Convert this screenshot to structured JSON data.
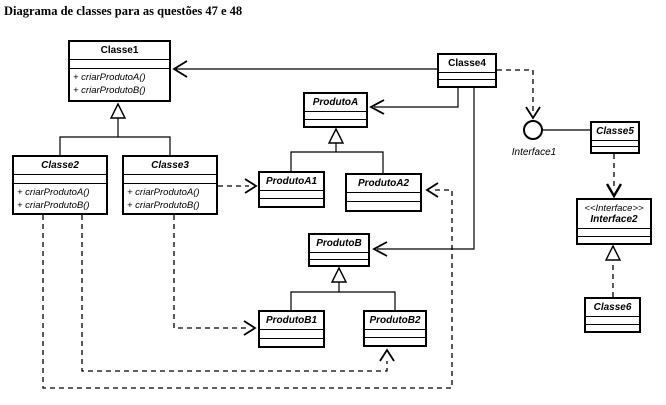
{
  "title": "Diagrama de classes para as questões 47 e 48",
  "classes": {
    "classe1": {
      "name": "Classe1",
      "methods": [
        "+ criarProdutoA()",
        "+ criarProdutoB()"
      ]
    },
    "classe2": {
      "name": "Classe2",
      "methods": [
        "+ criarProdutoA()",
        "+ criarProdutoB()"
      ]
    },
    "classe3": {
      "name": "Classe3",
      "methods": [
        "+ criarProdutoA()",
        "+ criarProdutoB()"
      ]
    },
    "classe4": {
      "name": "Classe4"
    },
    "classe5": {
      "name": "Classe5"
    },
    "classe6": {
      "name": "Classe6"
    },
    "produtoA": {
      "name": "ProdutoA"
    },
    "produtoA1": {
      "name": "ProdutoA1"
    },
    "produtoA2": {
      "name": "ProdutoA2"
    },
    "produtoB": {
      "name": "ProdutoB"
    },
    "produtoB1": {
      "name": "ProdutoB1"
    },
    "produtoB2": {
      "name": "ProdutoB2"
    },
    "interface2": {
      "stereotype": "<<Interface>>",
      "name": "Interface2"
    }
  },
  "lollipop": {
    "label": "Interface1"
  },
  "relationships": [
    {
      "from": "Classe2",
      "to": "Classe1",
      "type": "generalization"
    },
    {
      "from": "Classe3",
      "to": "Classe1",
      "type": "generalization"
    },
    {
      "from": "ProdutoA1",
      "to": "ProdutoA",
      "type": "generalization"
    },
    {
      "from": "ProdutoA2",
      "to": "ProdutoA",
      "type": "generalization"
    },
    {
      "from": "ProdutoB1",
      "to": "ProdutoB",
      "type": "generalization"
    },
    {
      "from": "ProdutoB2",
      "to": "ProdutoB",
      "type": "generalization"
    },
    {
      "from": "Classe4",
      "to": "Classe1",
      "type": "directed-association"
    },
    {
      "from": "Classe4",
      "to": "ProdutoA",
      "type": "directed-association"
    },
    {
      "from": "Classe4",
      "to": "ProdutoB",
      "type": "directed-association"
    },
    {
      "from": "Classe4",
      "to": "Interface1",
      "type": "dependency"
    },
    {
      "from": "Interface1",
      "to": "Classe5",
      "type": "provided-interface-lollipop"
    },
    {
      "from": "Classe5",
      "to": "Interface2",
      "type": "dependency"
    },
    {
      "from": "Classe6",
      "to": "Interface2",
      "type": "realization"
    },
    {
      "from": "Classe3",
      "to": "ProdutoA1",
      "type": "dependency"
    },
    {
      "from": "Classe3",
      "to": "ProdutoB1",
      "type": "dependency"
    },
    {
      "from": "Classe2",
      "to": "ProdutoA2",
      "type": "dependency"
    },
    {
      "from": "Classe2",
      "to": "ProdutoB2",
      "type": "dependency"
    }
  ],
  "colors": {
    "line": "#000000",
    "background": "#ffffff"
  }
}
